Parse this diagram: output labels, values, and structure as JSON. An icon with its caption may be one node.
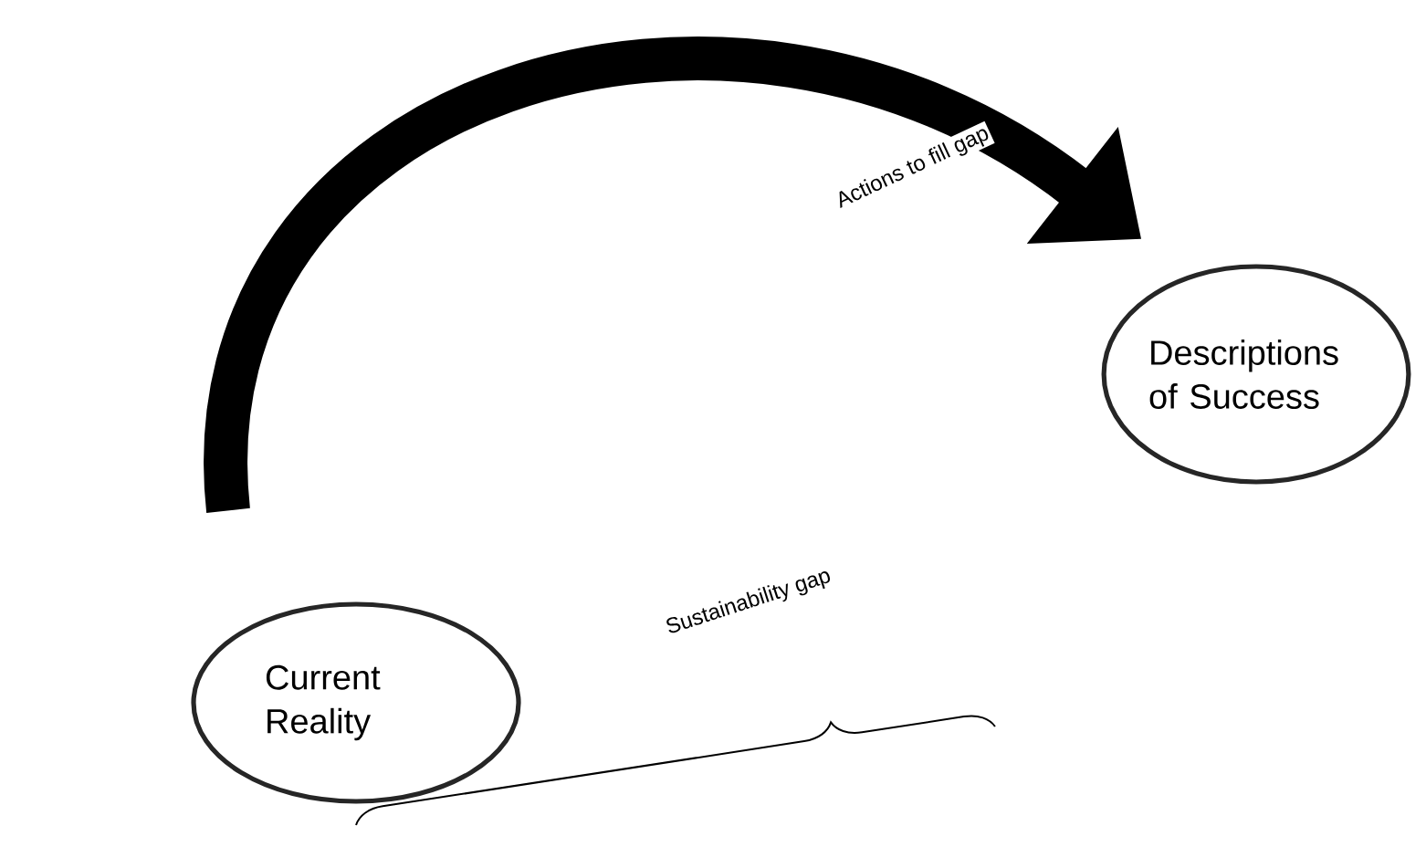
{
  "diagram": {
    "nodes": [
      {
        "text": [
          "Current Reality"
        ]
      },
      {
        "text": [
          "Descriptions of Success"
        ]
      }
    ],
    "edges": [
      {
        "from": 0,
        "to": 1,
        "arrow": "to",
        "label": "Actions to fill gap"
      }
    ],
    "labels": [
      "Sustainability gap"
    ]
  }
}
